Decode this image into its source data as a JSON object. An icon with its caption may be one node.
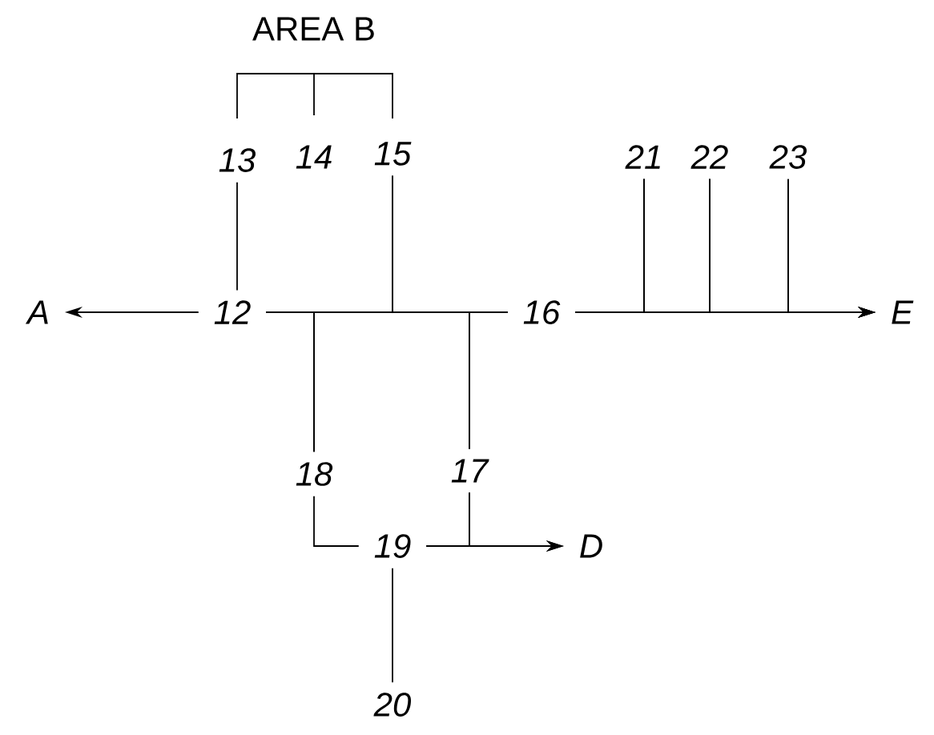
{
  "diagram": {
    "nodes": [
      {
        "text": [
          "13"
        ]
      },
      {
        "text": [
          "14"
        ]
      },
      {
        "text": [
          "15"
        ]
      },
      {
        "text": [
          "A"
        ]
      },
      {
        "text": [
          "12"
        ]
      },
      {
        "text": [
          "16"
        ]
      },
      {
        "text": [
          "21"
        ]
      },
      {
        "text": [
          "22"
        ]
      },
      {
        "text": [
          "23"
        ]
      },
      {
        "text": [
          "E"
        ]
      },
      {
        "text": [
          "18"
        ]
      },
      {
        "text": [
          "17"
        ]
      },
      {
        "text": [
          "19"
        ]
      },
      {
        "text": [
          "D"
        ]
      },
      {
        "text": [
          "20"
        ]
      }
    ],
    "edges": [
      {
        "from": 4,
        "to": 3,
        "arrow": "to"
      },
      {
        "from": 4,
        "to": 5,
        "arrow": "none"
      },
      {
        "from": 0,
        "to": 4,
        "arrow": "none"
      },
      {
        "from": 2,
        "to": 4,
        "arrow": "none"
      },
      {
        "from": 2,
        "to": 5,
        "arrow": "none"
      },
      {
        "from": 10,
        "to": 4,
        "arrow": "none"
      },
      {
        "from": 10,
        "to": 5,
        "arrow": "none"
      },
      {
        "from": 11,
        "to": 4,
        "arrow": "none"
      },
      {
        "from": 11,
        "to": 5,
        "arrow": "none"
      },
      {
        "from": 5,
        "to": 9,
        "arrow": "to"
      },
      {
        "from": 6,
        "to": 5,
        "arrow": "none"
      },
      {
        "from": 6,
        "to": 9,
        "arrow": "to"
      },
      {
        "from": 7,
        "to": 5,
        "arrow": "none"
      },
      {
        "from": 7,
        "to": 9,
        "arrow": "to"
      },
      {
        "from": 8,
        "to": 5,
        "arrow": "none"
      },
      {
        "from": 8,
        "to": 9,
        "arrow": "to"
      },
      {
        "from": 10,
        "to": 12,
        "arrow": "none"
      },
      {
        "from": 12,
        "to": 13,
        "arrow": "to"
      },
      {
        "from": 11,
        "to": 12,
        "arrow": "none"
      },
      {
        "from": 11,
        "to": 13,
        "arrow": "to"
      },
      {
        "from": 12,
        "to": 14,
        "arrow": "none"
      }
    ],
    "labels": [
      "AREA B"
    ]
  }
}
